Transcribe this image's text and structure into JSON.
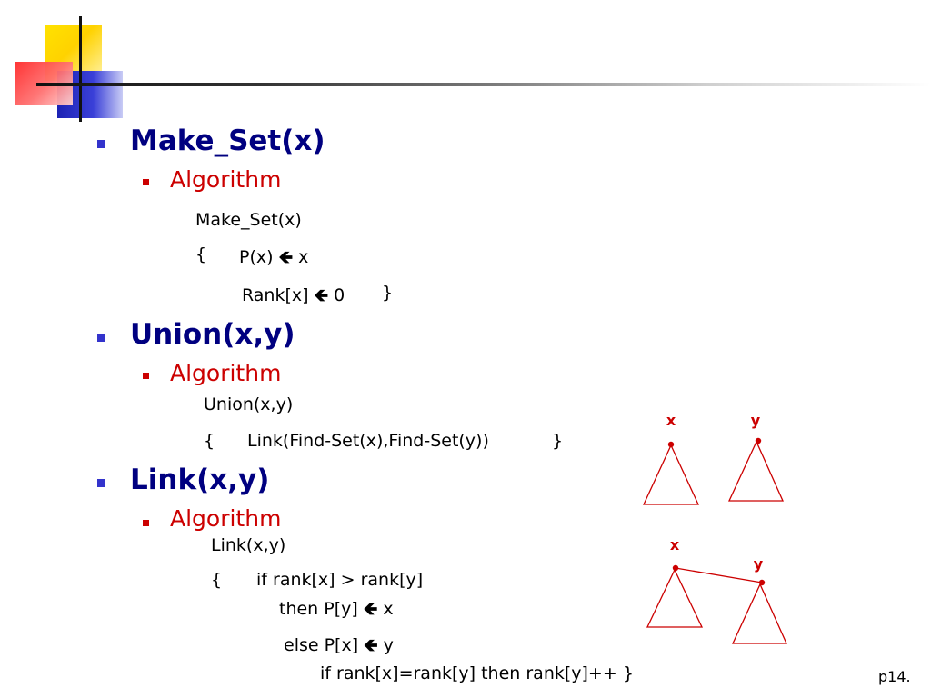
{
  "slide": {
    "page_number": "p14.",
    "sections": [
      {
        "title": "Make_Set(x)",
        "subtitle": "Algorithm",
        "code": {
          "l1": "Make_Set(x)",
          "l2_brace": "{",
          "l2_a": "P(x)",
          "l2_arrow": "🡸",
          "l2_b": "x",
          "l3_a": "Rank[x]",
          "l3_arrow": "🡸",
          "l3_b": "0",
          "l3_brace": "}"
        }
      },
      {
        "title": "Union(x,y)",
        "subtitle": "Algorithm",
        "code": {
          "l1": "Union(x,y)",
          "l2_brace": "{",
          "l2_a": "Link(Find-Set(x),Find-Set(y))",
          "l2_end": "}"
        }
      },
      {
        "title": "Link(x,y)",
        "subtitle": "Algorithm",
        "code": {
          "l1": "Link(x,y)",
          "l2_brace": "{",
          "l2_a": "if rank[x] > rank[y]",
          "l3_a": "then P[y]",
          "l3_arrow": "🡸",
          "l3_b": "x",
          "l4_a": "else P[x]",
          "l4_arrow": "🡸",
          "l4_b": "y",
          "l5": "if rank[x]=rank[y] then rank[y]++ }"
        }
      }
    ]
  },
  "diagram": {
    "color": "#cc0000",
    "top_labels": {
      "x": "x",
      "y": "y"
    },
    "bottom_labels": {
      "x": "x",
      "y": "y"
    }
  }
}
